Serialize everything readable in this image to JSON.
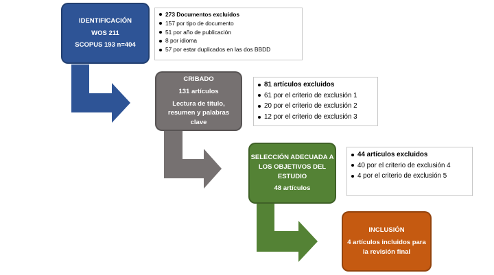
{
  "colors": {
    "identificacion": "#2e5496",
    "cribado": "#767171",
    "seleccion": "#548235",
    "inclusion": "#c55a11"
  },
  "stages": {
    "identificacion": {
      "title": "IDENTIFICACIÓN",
      "line1": "WOS 211",
      "line2": "SCOPUS 193 n=404"
    },
    "cribado": {
      "title": "CRIBADO",
      "line1": "131 artículos",
      "line2": "Lectura de título,",
      "line3": "resumen y palabras",
      "line4": "clave"
    },
    "seleccion": {
      "title1": "SELECCIÓN ADECUADA A",
      "title2": "LOS OBJETIVOS DEL",
      "title3": "ESTUDIO",
      "line1": "48  artículos"
    },
    "inclusion": {
      "title": "INCLUSIÓN",
      "line1": "4 artículos incluidos para",
      "line2": "la revisión final"
    }
  },
  "notes": {
    "identificacion": [
      "273 Documentos excluidos",
      "157 por tipo de documento",
      "51 por año de publicación",
      "8 por idioma",
      "57 por estar duplicados en las dos BBDD"
    ],
    "cribado": [
      "81 artículos excluidos",
      "61 por el criterio de exclusión 1",
      "20 por el criterio de exclusión 2",
      "12 por el criterio de exclusión 3"
    ],
    "seleccion": [
      "44 artículos excluidos",
      "40 por el criterio de exclusión 4",
      "4 por el criterio de exclusión 5"
    ]
  }
}
